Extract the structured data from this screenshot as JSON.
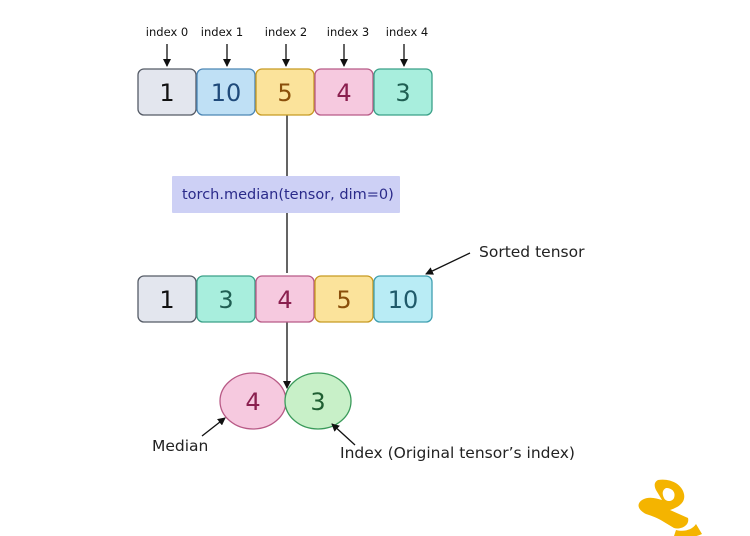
{
  "diagram": {
    "index_labels": [
      "index 0",
      "index 1",
      "index 2",
      "index 3",
      "index 4"
    ],
    "input_tensor": {
      "values": [
        "1",
        "10",
        "5",
        "4",
        "3"
      ],
      "fills": [
        "#e3e6ee",
        "#bfe0f5",
        "#fbe39b",
        "#f6c9df",
        "#a8eedd"
      ],
      "strokes": [
        "#555b66",
        "#4c86b5",
        "#c79a22",
        "#b85a86",
        "#3aa088"
      ],
      "text_colors": [
        "#111111",
        "#1f4a7a",
        "#8a4f0a",
        "#8a1f4f",
        "#1f5e52"
      ]
    },
    "function_call": "torch.median(tensor, dim=0)",
    "function_box_color": "#cdd0f5",
    "sorted_tensor": {
      "values": [
        "1",
        "3",
        "4",
        "5",
        "10"
      ],
      "fills": [
        "#e3e6ee",
        "#a8eedd",
        "#f6c9df",
        "#fbe39b",
        "#b9ecf5"
      ],
      "strokes": [
        "#555b66",
        "#3aa088",
        "#b85a86",
        "#c79a22",
        "#3f9fb0"
      ],
      "text_colors": [
        "#111111",
        "#1f5e52",
        "#8a1f4f",
        "#8a4f0a",
        "#1f5a6a"
      ]
    },
    "sorted_label": "Sorted tensor",
    "result": {
      "median_value": "4",
      "index_value": "3",
      "median_label": "Median",
      "index_label": "Index (Original tensor’s index)",
      "median_fill": "#f6c9df",
      "median_stroke": "#b85a86",
      "median_text": "#8a1f4f",
      "index_fill": "#c8f0c8",
      "index_stroke": "#3a9a5a",
      "index_text": "#1f5e32"
    },
    "logo": {
      "name": "python-logo-icon",
      "color": "#f4b400"
    }
  }
}
